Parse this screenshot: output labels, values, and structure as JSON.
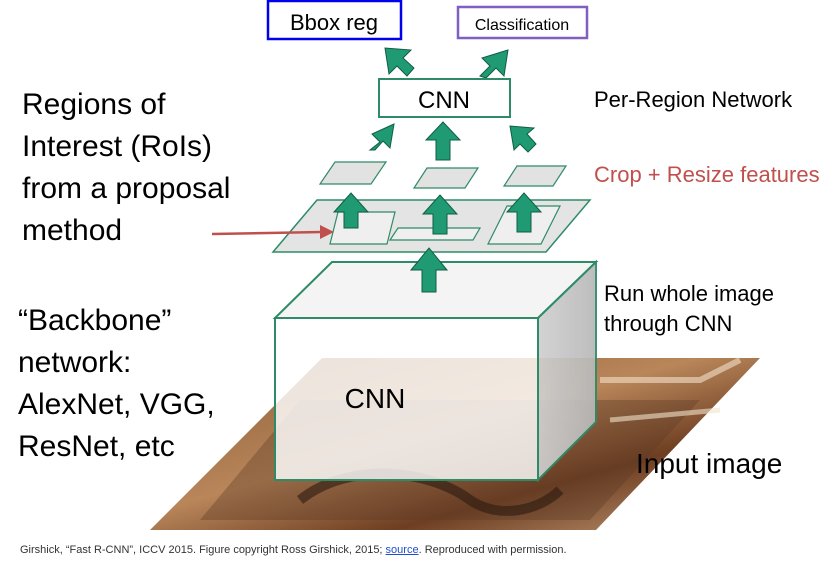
{
  "diagram": {
    "top_boxes": {
      "bbox_reg": "Bbox reg",
      "classification": "Classification"
    },
    "head_cnn": "CNN",
    "backbone_cnn": "CNN",
    "labels": {
      "per_region_network": "Per-Region Network",
      "crop_resize": "Crop + Resize features",
      "run_whole_image": [
        "Run whole image",
        "through CNN"
      ],
      "input_image": "Input image",
      "rois": [
        "Regions of",
        "Interest (RoIs)",
        "from a proposal",
        "method"
      ],
      "backbone": [
        "“Backbone”",
        "network:",
        "AlexNet, VGG,",
        "ResNet, etc"
      ]
    },
    "colors": {
      "arrow": "#1f9a73",
      "bbox_border": "#0000ee",
      "class_border": "#7f5fbf",
      "crop_text": "#c0504d",
      "red_arrow": "#c0504d"
    }
  },
  "footer": {
    "text_before": "Girshick, “Fast R-CNN”, ICCV 2015. Figure copyright Ross Girshick, 2015; ",
    "link": "source",
    "text_after": ". Reproduced with permission."
  }
}
